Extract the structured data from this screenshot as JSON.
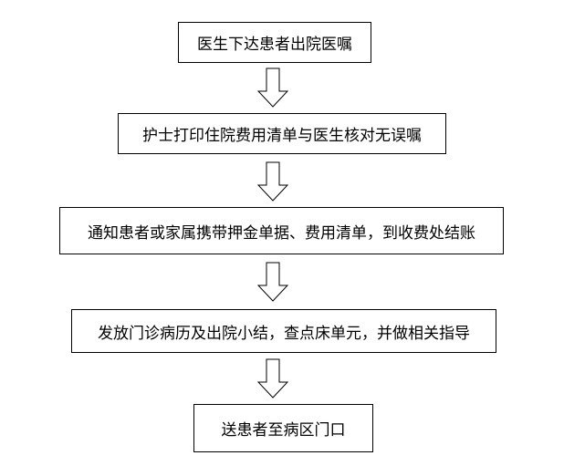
{
  "flowchart": {
    "steps": [
      {
        "label": "医生下达患者出院医嘱"
      },
      {
        "label": "护士打印住院费用清单与医生核对无误嘱"
      },
      {
        "label": "通知患者或家属携带押金单据、费用清单，到收费处结账"
      },
      {
        "label": "发放门诊病历及出院小结，查点床单元，并做相关指导"
      },
      {
        "label": "送患者至病区门口"
      }
    ],
    "arrow_icon": "down-arrow-icon"
  }
}
